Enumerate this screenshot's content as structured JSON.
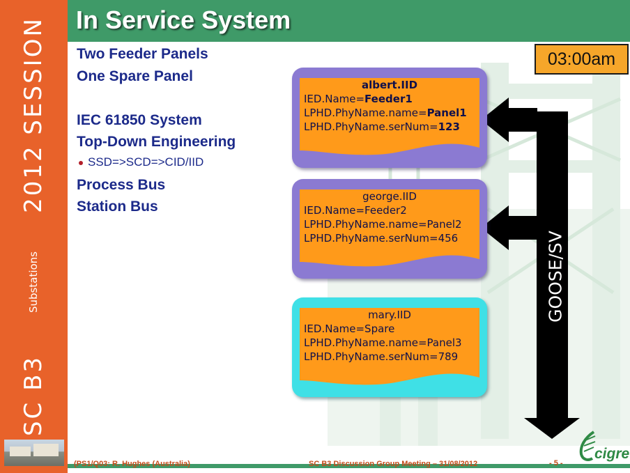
{
  "side_band": {
    "session": "2012 SESSION",
    "category": "Substations",
    "committee": "SC B3"
  },
  "title": "In Service System",
  "clock": "03:00am",
  "bullets": {
    "b1": "Two Feeder Panels",
    "b2": "One Spare Panel",
    "b3": "IEC 61850 System",
    "b4": "Top-Down Engineering",
    "b4_sub": "SSD=>SCD=>CID/IID",
    "b5": "Process Bus",
    "b6": "Station Bus"
  },
  "iid_cards": [
    {
      "file": "albert.IID",
      "ied_prefix": "IED.Name=",
      "ied_value": "Feeder1",
      "name_prefix": "LPHD.PhyName.name=",
      "name_value": "Panel1",
      "ser_prefix": "LPHD.PhyName.serNum=",
      "ser_value": "123"
    },
    {
      "file": "george.IID",
      "ied": "IED.Name=Feeder2",
      "name": "LPHD.PhyName.name=Panel2",
      "ser": "LPHD.PhyName.serNum=456"
    },
    {
      "file": "mary.IID",
      "ied": "IED.Name=Spare",
      "name": "LPHD.PhyName.name=Panel3",
      "ser": "LPHD.PhyName.serNum=789"
    }
  ],
  "bus_label": "GOOSE/SV",
  "footer": {
    "left": "(PS1/Q03: R. Hughes (Australia)",
    "middle": "SC B3 Discussion Group Meeting  –  31/08/2012",
    "page": "- 5 -",
    "logo": "cigre"
  },
  "colors": {
    "side_band": "#e8622a",
    "title_bar": "#3f9a68",
    "bullet_text": "#1c2a8a",
    "card_orange": "#ff9a1a",
    "card_purple": "#8b7ad2",
    "card_cyan": "#3fe0e6",
    "clock_bg": "#f6a62a",
    "footer_text": "#c44c1a"
  }
}
